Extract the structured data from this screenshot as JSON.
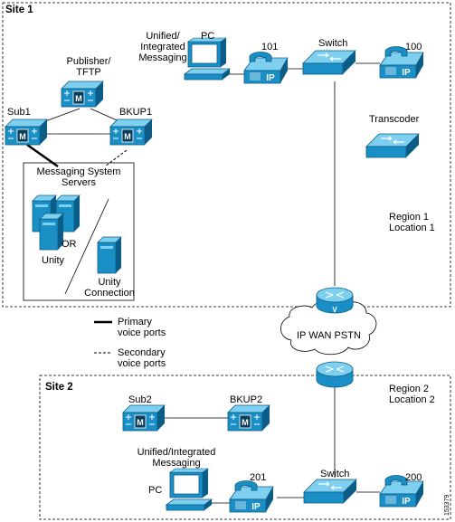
{
  "sites": {
    "site1": {
      "title": "Site 1"
    },
    "site2": {
      "title": "Site 2"
    }
  },
  "labels": {
    "publisher": [
      "Publisher/",
      "TFTP"
    ],
    "sub1": "Sub1",
    "bkup1": "BKUP1",
    "messaging_servers": [
      "Messaging System",
      "Servers"
    ],
    "unity": "Unity",
    "or": "OR",
    "unity_connection": [
      "Unity",
      "Connection"
    ],
    "unified_msg_site1": [
      "Unified/",
      "Integrated",
      "Messaging"
    ],
    "pc_site1": "PC",
    "phone101": "101",
    "switch_site1": "Switch",
    "phone100": "100",
    "transcoder": "Transcoder",
    "region1": [
      "Region 1",
      "Location 1"
    ],
    "legend_primary": [
      "Primary",
      "voice ports"
    ],
    "legend_secondary": [
      "Secondary",
      "voice ports"
    ],
    "wan": "IP WAN PSTN",
    "router_v": "V",
    "region2": [
      "Region 2",
      "Location 2"
    ],
    "sub2": "Sub2",
    "bkup2": "BKUP2",
    "unified_msg_site2": [
      "Unified/Integrated",
      "Messaging"
    ],
    "pc_site2": "PC",
    "phone201": "201",
    "switch_site2": "Switch",
    "phone200": "200",
    "ip": "IP",
    "server_m": "M",
    "figure_id": "153379"
  },
  "colors": {
    "device": "#1a8fc6",
    "device_dark": "#0b5d87",
    "device_light": "#7fd0f0",
    "border": "#000000"
  }
}
